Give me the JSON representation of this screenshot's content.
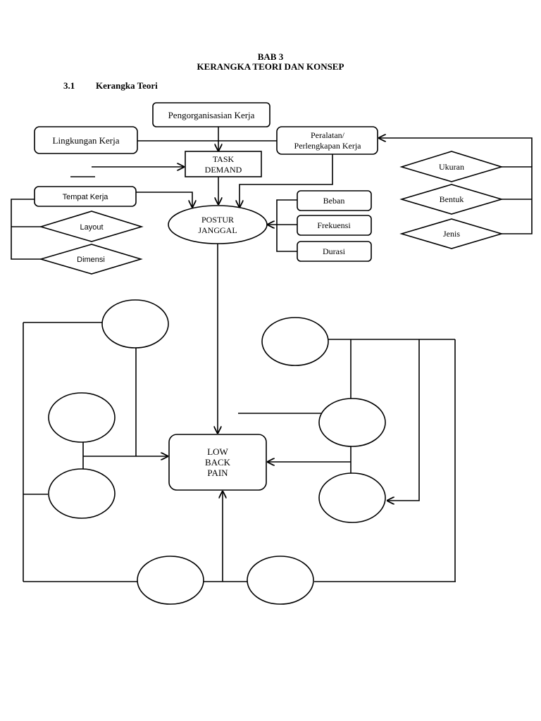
{
  "heading": {
    "chapter": "BAB 3",
    "title": "KERANGKA TEORI DAN KONSEP",
    "section_number": "3.1",
    "section_title": "Kerangka Teori"
  },
  "nodes": {
    "pengorganisasian": "Pengorganisasian Kerja",
    "lingkungan": "Lingkungan Kerja",
    "peralatan_line1": "Peralatan/",
    "peralatan_line2": "Perlengkapan Kerja",
    "task_line1": "TASK",
    "task_line2": "DEMAND",
    "tempat": "Tempat Kerja",
    "layout": "Layout",
    "dimensi": "Dimensi",
    "postur_line1": "POSTUR",
    "postur_line2": "JANGGAL",
    "beban": "Beban",
    "frekuensi": "Frekuensi",
    "durasi": "Durasi",
    "ukuran": "Ukuran",
    "bentuk": "Bentuk",
    "jenis": "Jenis",
    "lbp_line1": "LOW",
    "lbp_line2": "BACK",
    "lbp_line3": "PAIN"
  }
}
